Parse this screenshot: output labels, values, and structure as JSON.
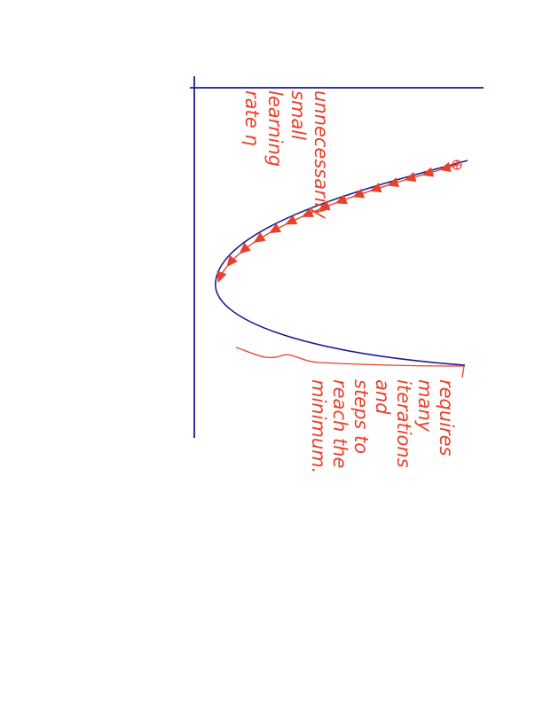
{
  "colors": {
    "axis": "#1a1a8c",
    "curve": "#1a1a8c",
    "ink": "#e8402a"
  },
  "annotation_top": [
    "unnecessarily",
    "small",
    "learning",
    "rate η"
  ],
  "annotation_bottom": [
    "requires",
    "many",
    "iterations",
    "and",
    "steps to",
    "reach the",
    "minimum."
  ],
  "marker_symbol": "⊕",
  "step_count": 15
}
